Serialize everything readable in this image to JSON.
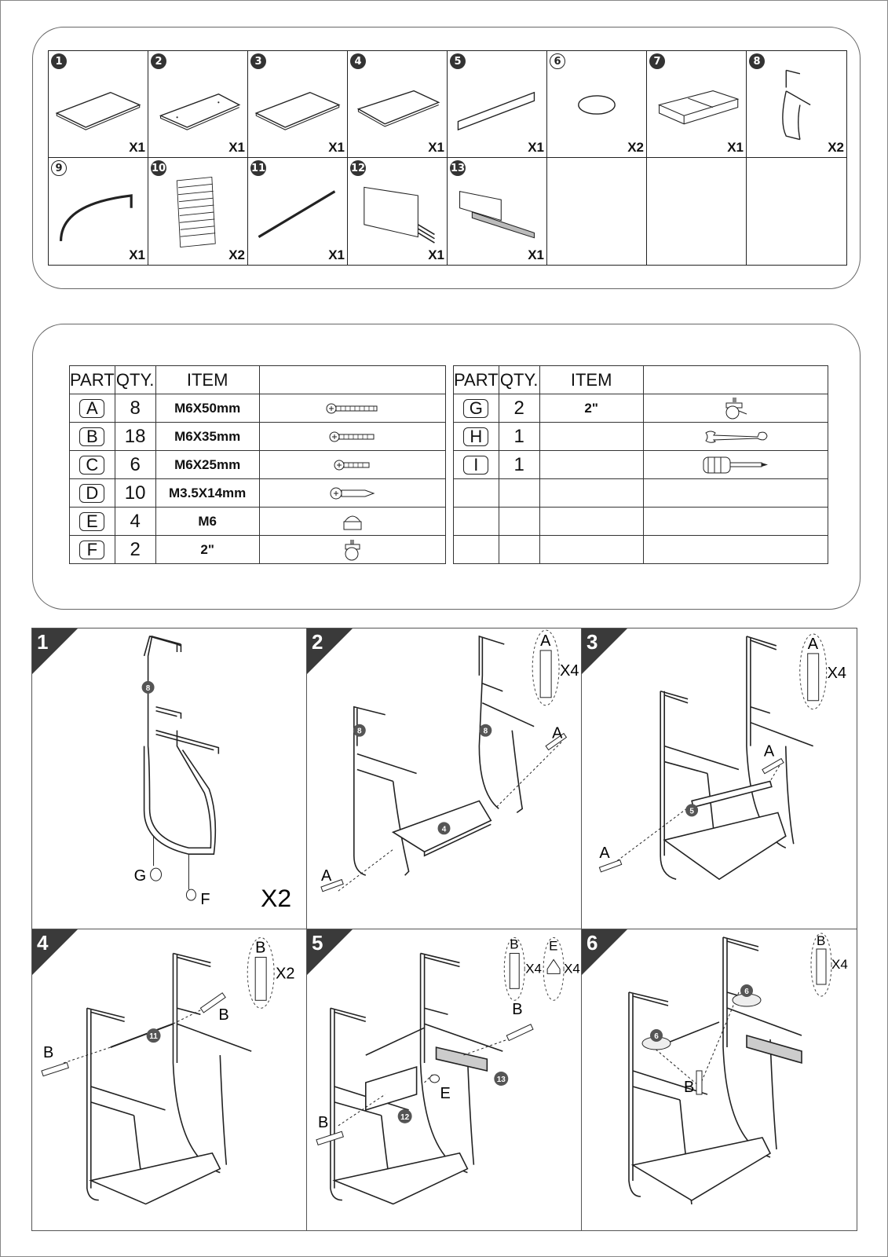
{
  "parts": [
    {
      "num": "1",
      "qty": "X1",
      "icon": "desktop-board-icon"
    },
    {
      "num": "2",
      "qty": "X1",
      "icon": "desktop-board-holes-icon"
    },
    {
      "num": "3",
      "qty": "X1",
      "icon": "desktop-board-icon"
    },
    {
      "num": "4",
      "qty": "X1",
      "icon": "shelf-board-icon"
    },
    {
      "num": "5",
      "qty": "X1",
      "icon": "long-panel-icon"
    },
    {
      "num": "6",
      "qty": "X2",
      "icon": "oval-pad-icon"
    },
    {
      "num": "7",
      "qty": "X1",
      "icon": "drawer-tray-icon"
    },
    {
      "num": "8",
      "qty": "X2",
      "icon": "side-frame-icon"
    },
    {
      "num": "9",
      "qty": "X1",
      "icon": "curved-rod-icon"
    },
    {
      "num": "10",
      "qty": "X2",
      "icon": "rack-icon"
    },
    {
      "num": "11",
      "qty": "X1",
      "icon": "straight-rod-icon"
    },
    {
      "num": "12",
      "qty": "X1",
      "icon": "plate-bracket-icon"
    },
    {
      "num": "13",
      "qty": "X1",
      "icon": "keyboard-slide-icon"
    },
    {
      "num": "",
      "qty": "",
      "icon": ""
    },
    {
      "num": "",
      "qty": "",
      "icon": ""
    },
    {
      "num": "",
      "qty": "",
      "icon": ""
    }
  ],
  "hardware_headers": {
    "part": "PART",
    "qty": "QTY.",
    "item": "ITEM"
  },
  "hardware_left": [
    {
      "part": "A",
      "qty": "8",
      "item": "M6X50mm",
      "icon": "long-bolt-icon"
    },
    {
      "part": "B",
      "qty": "18",
      "item": "M6X35mm",
      "icon": "medium-bolt-icon"
    },
    {
      "part": "C",
      "qty": "6",
      "item": "M6X25mm",
      "icon": "short-bolt-icon"
    },
    {
      "part": "D",
      "qty": "10",
      "item": "M3.5X14mm",
      "icon": "wood-screw-icon"
    },
    {
      "part": "E",
      "qty": "4",
      "item": "M6",
      "icon": "cap-nut-icon"
    },
    {
      "part": "F",
      "qty": "2",
      "item": "2\"",
      "icon": "caster-wheel-icon"
    }
  ],
  "hardware_right": [
    {
      "part": "G",
      "qty": "2",
      "item": "2\"",
      "icon": "locking-caster-icon"
    },
    {
      "part": "H",
      "qty": "1",
      "item": "",
      "icon": "wrench-icon"
    },
    {
      "part": "I",
      "qty": "1",
      "item": "",
      "icon": "screwdriver-icon"
    },
    {
      "part": "",
      "qty": "",
      "item": "",
      "icon": ""
    },
    {
      "part": "",
      "qty": "",
      "item": "",
      "icon": ""
    },
    {
      "part": "",
      "qty": "",
      "item": "",
      "icon": ""
    }
  ],
  "steps": [
    {
      "num": "1",
      "labels": {
        "part": "8",
        "g": "G",
        "f": "F",
        "mult": "X2"
      }
    },
    {
      "num": "2",
      "labels": {
        "part_a": "8",
        "part_b": "8",
        "board": "4",
        "bolt1": "A",
        "bolt2": "A",
        "callout_letter": "A",
        "callout_qty": "X4"
      }
    },
    {
      "num": "3",
      "labels": {
        "panel": "5",
        "bolt1": "A",
        "bolt2": "A",
        "callout_letter": "A",
        "callout_qty": "X4"
      }
    },
    {
      "num": "4",
      "labels": {
        "rod": "11",
        "bolt1": "B",
        "bolt2": "B",
        "callout_letter": "B",
        "callout_qty": "X2"
      }
    },
    {
      "num": "5",
      "labels": {
        "plate": "12",
        "slide": "13",
        "nut": "E",
        "bolt1": "B",
        "bolt2": "B",
        "callout1_letter": "B",
        "callout1_qty": "X4",
        "callout2_letter": "E",
        "callout2_qty": "X4"
      }
    },
    {
      "num": "6",
      "labels": {
        "pad1": "6",
        "pad2": "6",
        "bolt": "B",
        "callout_letter": "B",
        "callout_qty": "X4"
      }
    }
  ]
}
